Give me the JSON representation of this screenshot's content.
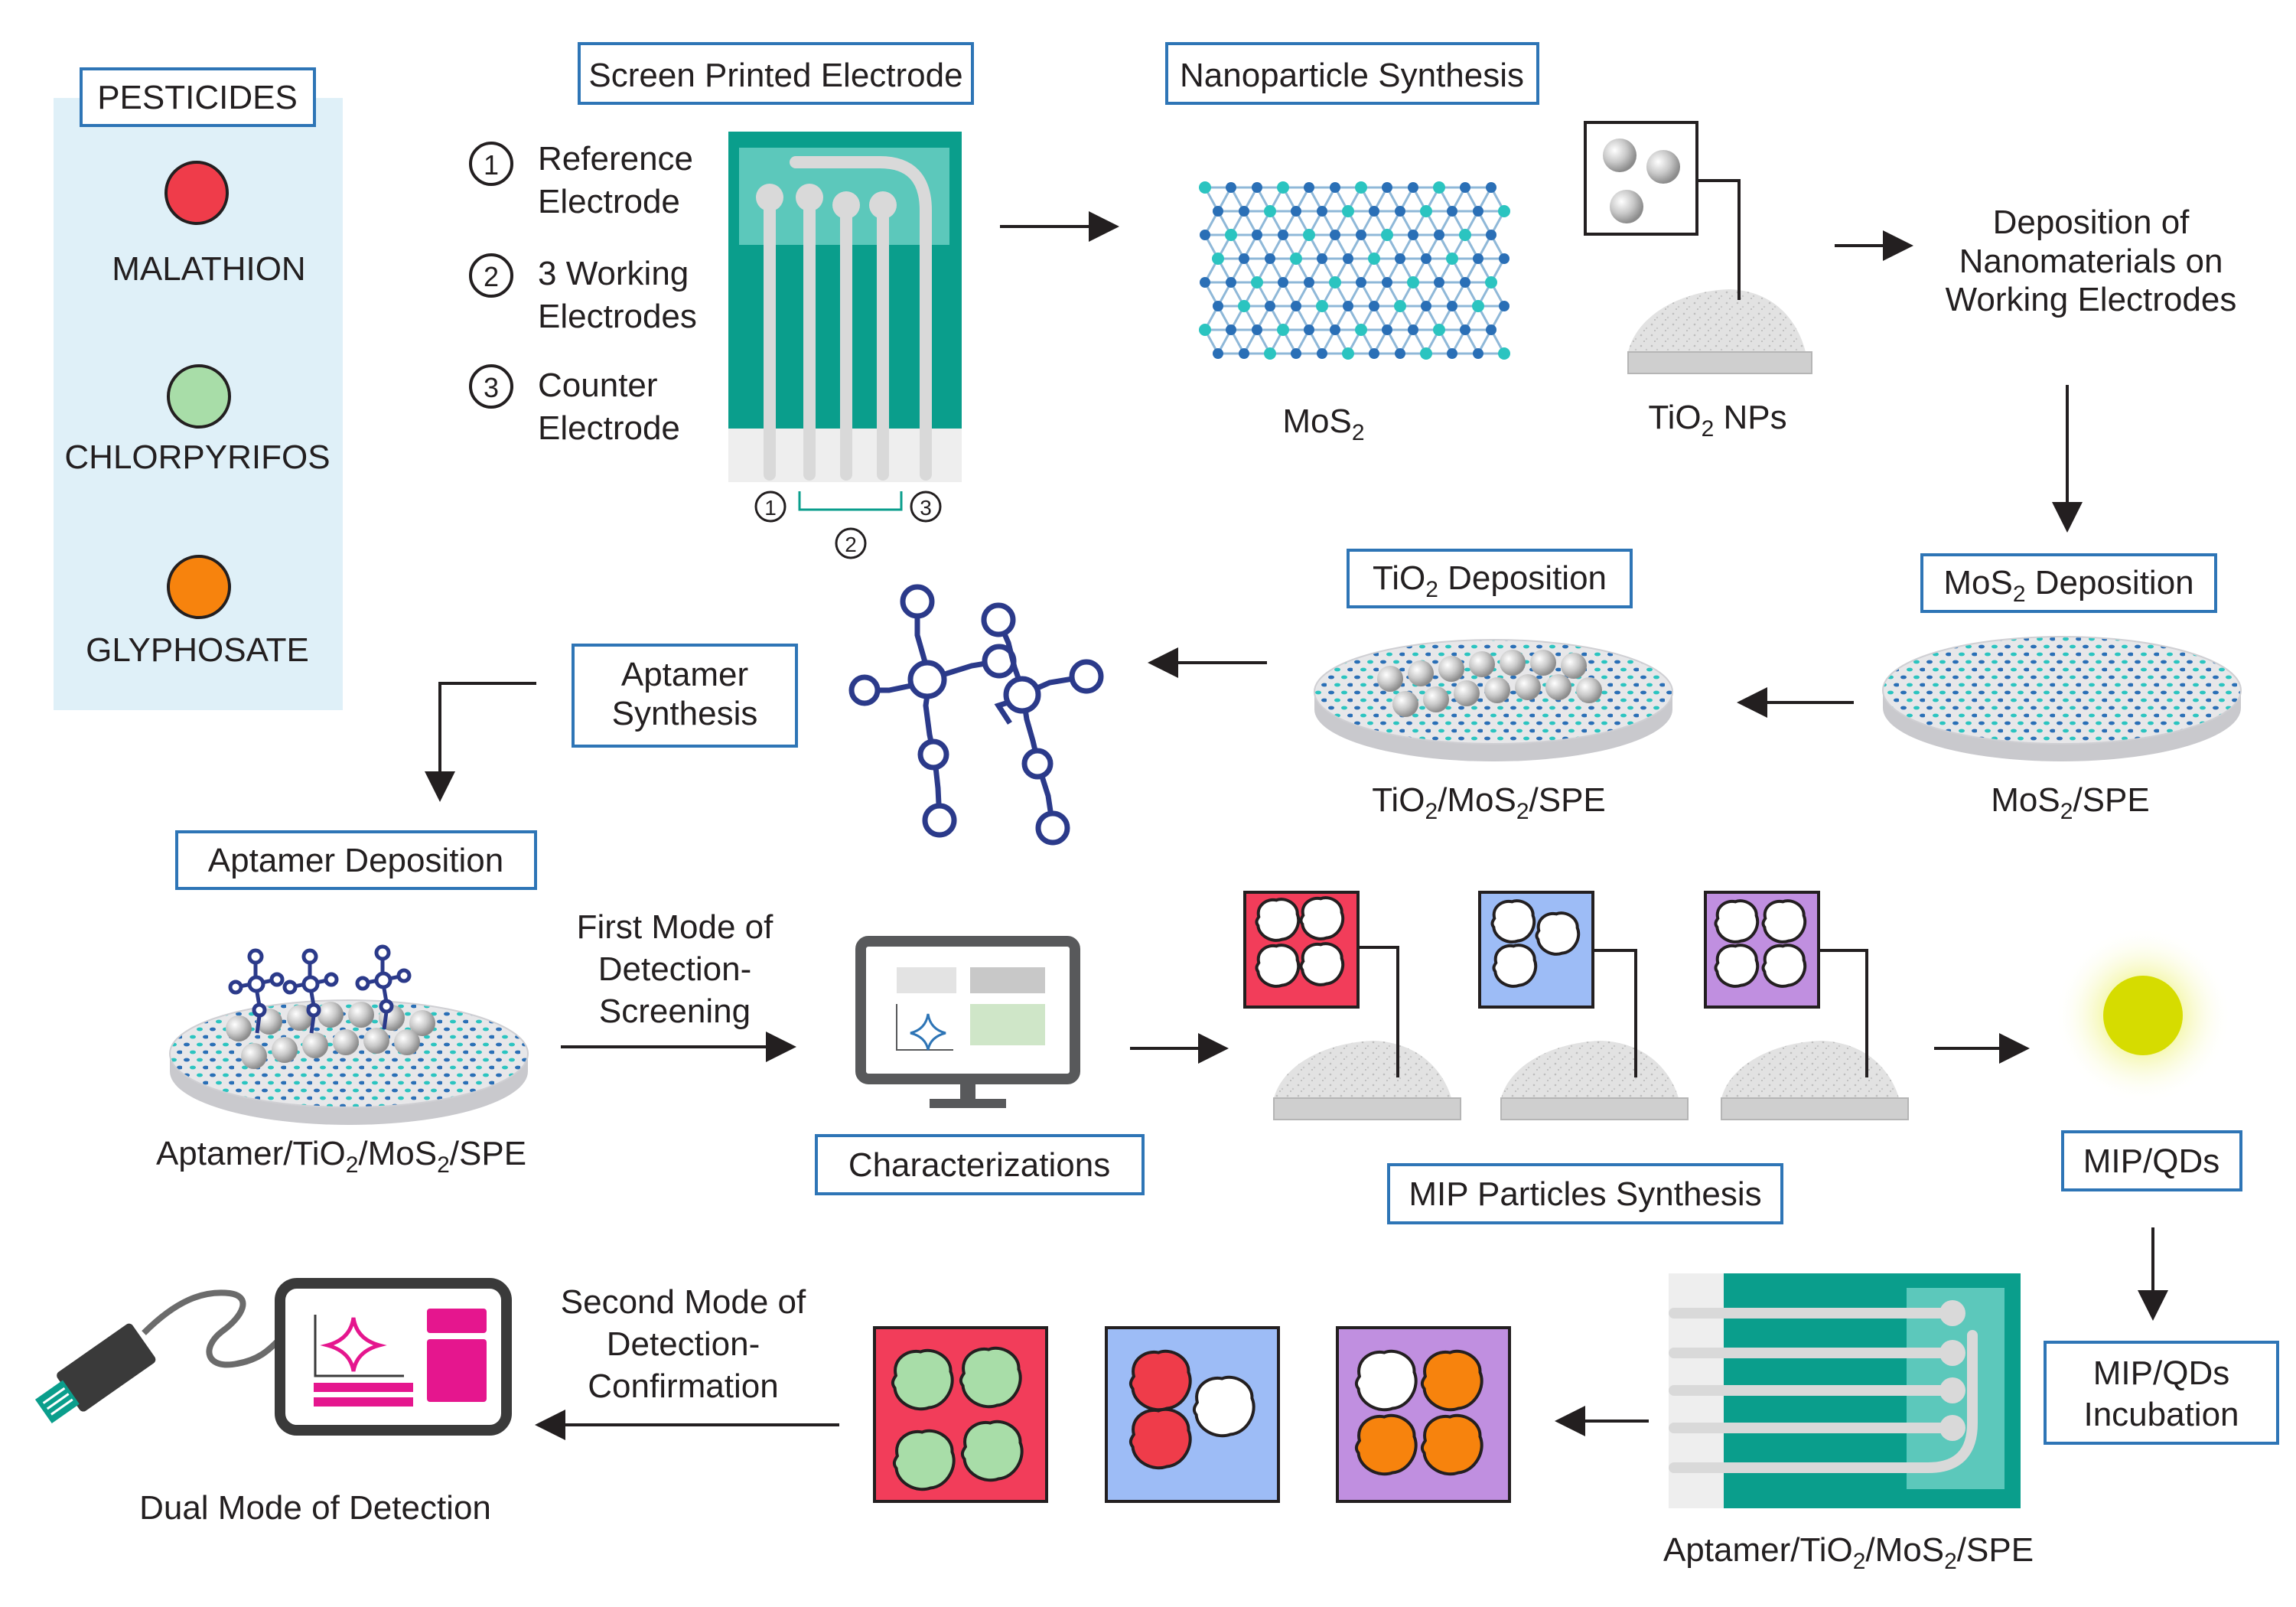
{
  "legend": {
    "title": "PESTICIDES",
    "items": [
      {
        "label": "MALATHION",
        "color": "#ef3c4a"
      },
      {
        "label": "CHLORPYRIFOS",
        "color": "#a8dda8"
      },
      {
        "label": "GLYPHOSATE",
        "color": "#f7830d"
      }
    ]
  },
  "spe": {
    "title": "Screen Printed Electrode",
    "items": [
      {
        "num": "1",
        "line1": "Reference",
        "line2": "Electrode"
      },
      {
        "num": "2",
        "line1": "3 Working",
        "line2": "Electrodes"
      },
      {
        "num": "3",
        "line1": "Counter",
        "line2": "Electrode"
      }
    ],
    "bottom_numbers": [
      "1",
      "2",
      "3"
    ]
  },
  "nanoparticle": {
    "title": "Nanoparticle Synthesis",
    "mos2_label_main": "MoS",
    "mos2_label_sub": "2",
    "tio2_label_main": "TiO",
    "tio2_label_sub": "2",
    "tio2_label_tail": " NPs"
  },
  "deposition_of_nanomaterials": [
    "Deposition of",
    "Nanomaterials on",
    "Working Electrodes"
  ],
  "mos2_deposition": {
    "main": "MoS",
    "sub": "2",
    "tail": " Deposition"
  },
  "mos2_spe": {
    "main": "MoS",
    "sub": "2",
    "tail": "/SPE"
  },
  "tio2_deposition": {
    "main": "TiO",
    "sub": "2",
    "tail": " Deposition"
  },
  "tio2_mos2_spe": {
    "a": "TiO",
    "s1": "2",
    "b": "/MoS",
    "s2": "2",
    "c": "/SPE"
  },
  "aptamer_synthesis": [
    "Aptamer",
    "Synthesis"
  ],
  "aptamer_deposition": "Aptamer Deposition",
  "aptamer_spe": {
    "a": "Aptamer/TiO",
    "s1": "2",
    "b": "/MoS",
    "s2": "2",
    "c": "/SPE"
  },
  "first_mode": [
    "First Mode of",
    "Detection-",
    "Screening"
  ],
  "characterizations": "Characterizations",
  "mip_synthesis": "MIP Particles Synthesis",
  "mip_qds": "MIP/QDs",
  "mip_qds_incubation": [
    "MIP/QDs",
    "Incubation"
  ],
  "second_mode": [
    "Second Mode of",
    "Detection-",
    "Confirmation"
  ],
  "dual_mode": "Dual Mode of Detection",
  "colors": {
    "box_border": "#2e75b6",
    "legend_bg": "#dff0f8",
    "electrode_teal": "#0a9e8c",
    "mip_red": "#f23d5a",
    "mip_blue": "#9dbcf6",
    "mip_purple": "#c08fe0",
    "qd_yellow": "#d6dc00",
    "magenta": "#e5168e",
    "aptamer_navy": "#2b3a8a"
  }
}
